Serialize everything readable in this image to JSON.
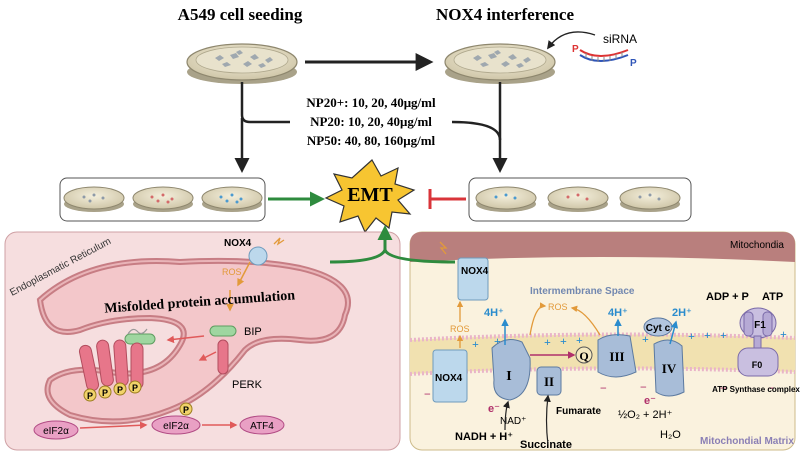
{
  "top": {
    "step1": "A549 cell seeding",
    "step2": "NOX4 interference",
    "sirna": "siRNA",
    "p_letter": "P",
    "doses": [
      "NP20+: 10, 20, 40μg/ml",
      "NP20: 10, 20, 40μg/ml",
      "NP50: 40, 80, 160μg/ml"
    ]
  },
  "center": {
    "emt": "EMT"
  },
  "er_panel": {
    "region": "Endoplasmatic Reticulum",
    "nox4": "NOX4",
    "ros": "ROS",
    "misfolded": "Misfolded protein accumulation",
    "bip": "BIP",
    "perk": "PERK",
    "p": "P",
    "eif2a": "eIF2α",
    "atf4": "ATF4"
  },
  "mito_panel": {
    "region": "Mitochondia",
    "nox4_top": "NOX4",
    "nox4_left": "NOX4",
    "ros": "ROS",
    "intermembrane": "Intermembrane Space",
    "matrix": "Mitochondial Matrix",
    "h4_a": "4H⁺",
    "h4_b": "4H⁺",
    "h2": "2H⁺",
    "complex1": "I",
    "complex2": "II",
    "complex3": "III",
    "complex4": "IV",
    "q": "Q",
    "cytc": "Cyt c",
    "electron_a": "e⁻",
    "electron_b": "e⁻",
    "nad": "NAD⁺",
    "nadh": "NADH + H⁺",
    "fumarate": "Fumarate",
    "succinate": "Succinate",
    "oxygen": "½O₂ + 2H⁺",
    "water": "H₂O",
    "adp": "ADP + P",
    "atp": "ATP",
    "f1": "F1",
    "f0": "F0",
    "atp_synthase": "ATP Synthase complex"
  },
  "colors": {
    "er_bg": "#f6dedf",
    "mito_bg": "#faf2de",
    "arrow_green": "#2e8b3e",
    "inhibit_red": "#d9343a",
    "emt_star": "#f7c531",
    "ros_orange": "#e29a3a",
    "proton_blue": "#2a8ccd"
  }
}
